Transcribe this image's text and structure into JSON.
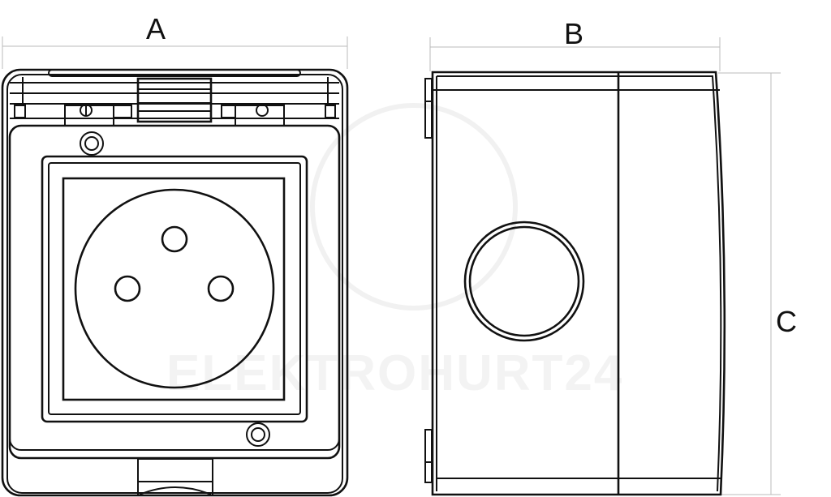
{
  "dimensions": {
    "width_label": "A",
    "depth_label": "B",
    "height_label": "C"
  },
  "watermark": "ELEKTROHURT24",
  "colors": {
    "line": "#111111",
    "dimension_line": "#bbbbbb",
    "background": "#ffffff"
  }
}
